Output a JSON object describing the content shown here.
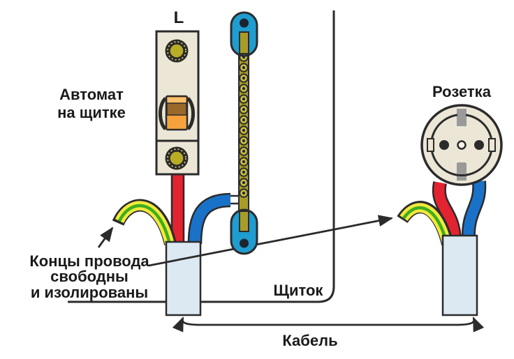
{
  "diagram": {
    "labels": {
      "phase_marker": "L",
      "breaker_line1": "Автомат",
      "breaker_line2": "на щитке",
      "socket": "Розетка",
      "wire_ends_line1": "Концы провода",
      "wire_ends_line2": "свободны",
      "wire_ends_line3": "и изолированы",
      "panel": "Щиток",
      "cable": "Кабель"
    },
    "colors": {
      "outline": "#2b2b2b",
      "housing_cream": "#ebe6d6",
      "terminal_olive": "#b9ad25",
      "toggle_orange": "#f6a23c",
      "toggle_brown": "#99682b",
      "toggle_highlight": "#f8c06a",
      "wire_red": "#e32330",
      "wire_blue": "#1a72c8",
      "wire_yellow": "#f2e93c",
      "wire_green": "#3fae1c",
      "cable_block": "#dce9f2",
      "capsule_blue": "#1f9cd0",
      "capsule_hole": "#1c2430",
      "chain_olive": "#a89c28",
      "chain_ring": "#cec23e",
      "clip_gray": "#9a9a9a",
      "socket_center": "#f5f2e6"
    }
  }
}
